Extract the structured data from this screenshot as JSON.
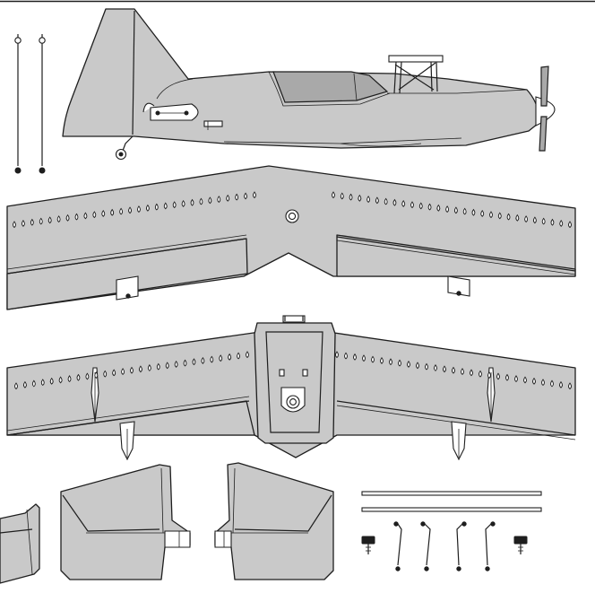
{
  "diagram": {
    "parts": [
      {
        "name": "fuselage"
      },
      {
        "name": "bottom-wing"
      },
      {
        "name": "top-wing"
      },
      {
        "name": "horizontal-stabilizer"
      },
      {
        "name": "hardware"
      }
    ],
    "colors": {
      "part_fill": "#c9c9c9",
      "outline": "#1e1e1e",
      "background": "#ffffff"
    }
  }
}
